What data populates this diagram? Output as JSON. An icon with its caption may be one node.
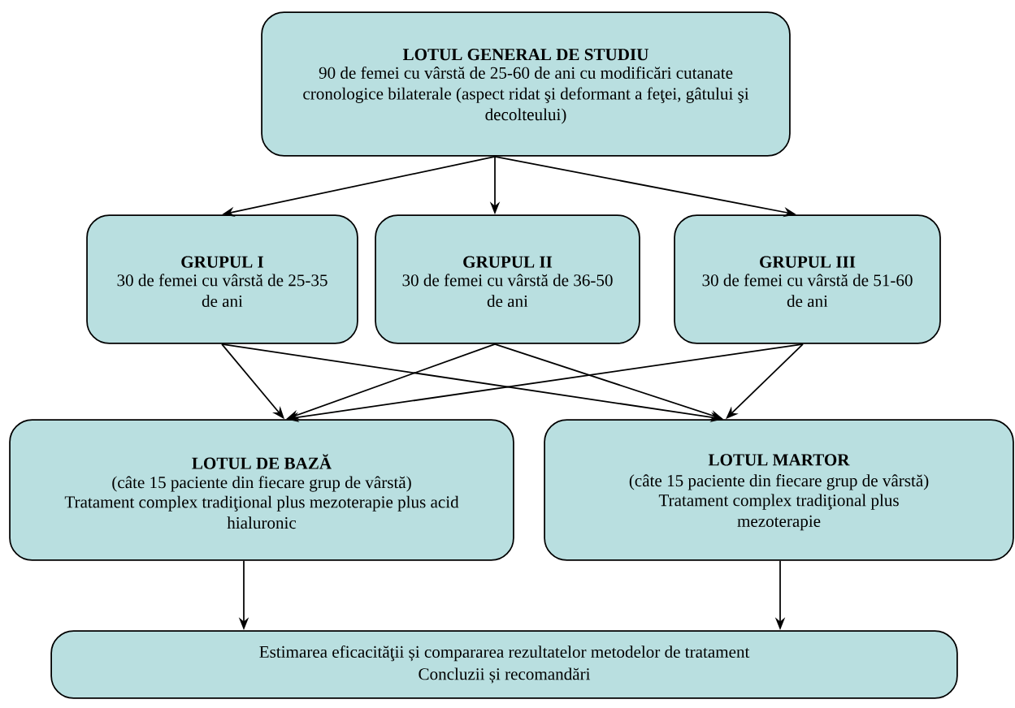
{
  "diagram": {
    "nodes": [
      {
        "text": [
          "LOTUL GENERAL DE STUDIU",
          "90 de femei cu vârstă de 25-60 de ani cu modificări cutanate cronologice bilaterale (aspect ridat şi deformant a feţei, gâtului şi decolteului)"
        ]
      },
      {
        "text": [
          "GRUPUL I",
          "30 de femei cu vârstă de 25-35 de ani"
        ]
      },
      {
        "text": [
          "GRUPUL II",
          "30 de femei cu vârstă de 36-50 de ani"
        ]
      },
      {
        "text": [
          "GRUPUL III",
          "30 de femei cu vârstă de 51-60 de ani"
        ]
      },
      {
        "text": [
          "LOTUL DE BAZĂ",
          "(câte 15 paciente din fiecare grup de vârstă)",
          "Tratament complex tradiţional plus mezoterapie plus acid hialuronic"
        ]
      },
      {
        "text": [
          "LOTUL MARTOR",
          "(câte 15 paciente din fiecare grup de vârstă)",
          "Tratament complex tradiţional plus mezoterapie"
        ]
      },
      {
        "text": [
          "Estimarea eficacităţii și compararea rezultatelor metodelor de tratament",
          "Concluzii și recomandări"
        ]
      }
    ],
    "edges": [
      {
        "from": 0,
        "to": 1,
        "arrow": "to"
      },
      {
        "from": 0,
        "to": 2,
        "arrow": "to"
      },
      {
        "from": 0,
        "to": 3,
        "arrow": "to"
      },
      {
        "from": 1,
        "to": 4,
        "arrow": "to"
      },
      {
        "from": 1,
        "to": 5,
        "arrow": "to"
      },
      {
        "from": 2,
        "to": 4,
        "arrow": "to"
      },
      {
        "from": 2,
        "to": 5,
        "arrow": "to"
      },
      {
        "from": 3,
        "to": 4,
        "arrow": "to"
      },
      {
        "from": 3,
        "to": 5,
        "arrow": "to"
      },
      {
        "from": 4,
        "to": 6,
        "arrow": "to"
      },
      {
        "from": 5,
        "to": 6,
        "arrow": "to"
      }
    ]
  }
}
